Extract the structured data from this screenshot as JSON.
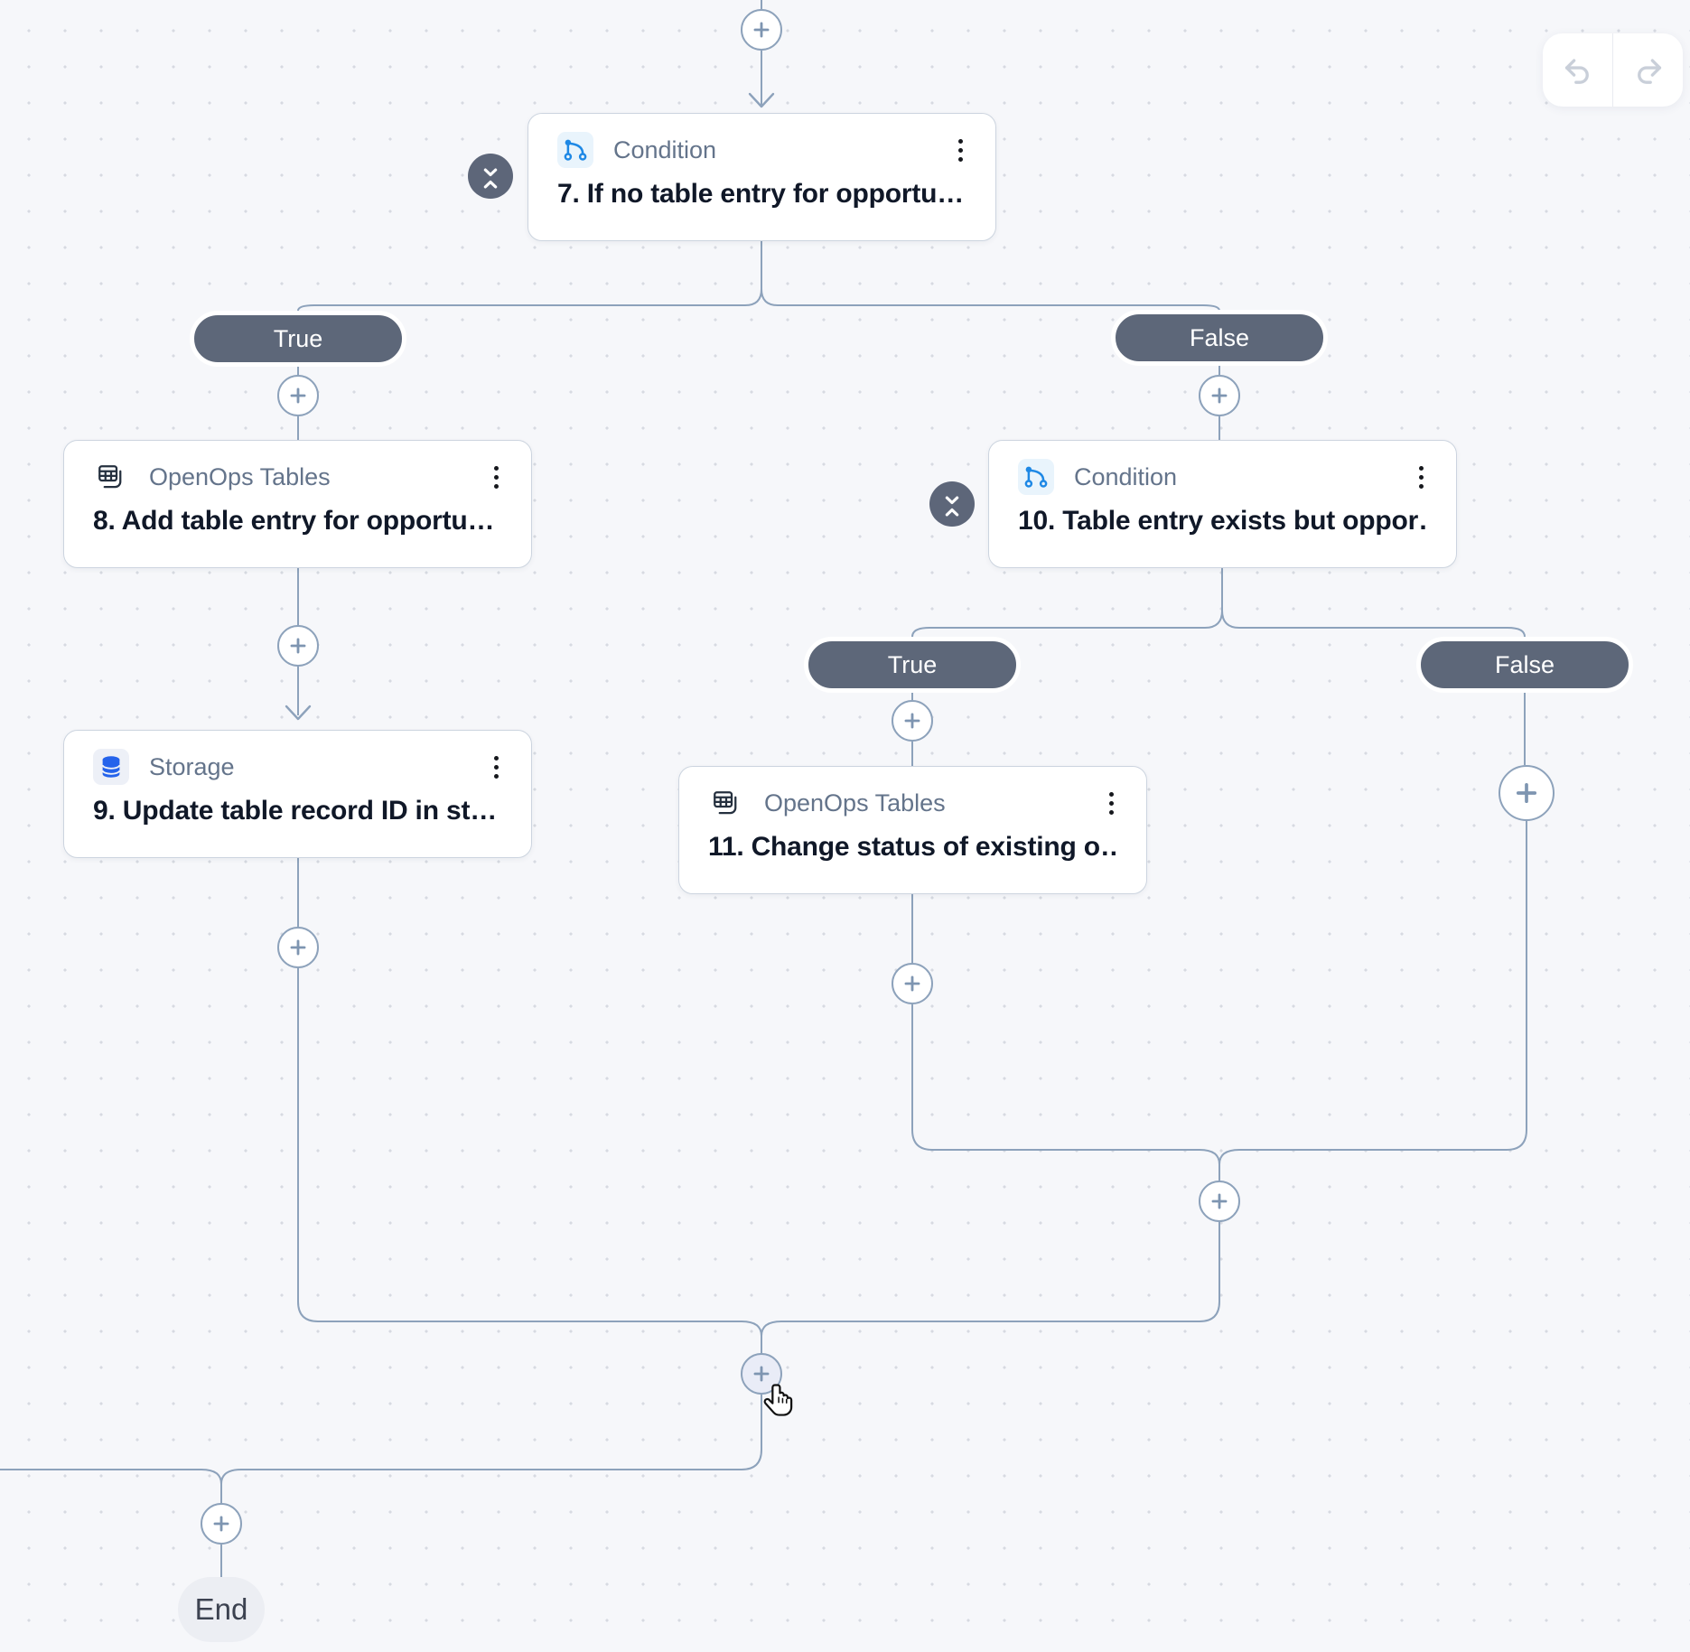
{
  "theme": {
    "canvas_bg": "#f6f7fa",
    "edge_color": "#8da2bb",
    "branch_pill_bg": "#5d6779",
    "condition_icon_blue": "#1e88e5",
    "storage_icon_blue": "#2563eb",
    "node_title_color": "#101828"
  },
  "nodes": [
    {
      "type_label": "Condition",
      "title": "7. If no table entry for opportu…"
    },
    {
      "type_label": "OpenOps Tables",
      "title": "8. Add table entry for opportu…"
    },
    {
      "type_label": "Storage",
      "title": "9. Update table record ID in st…"
    },
    {
      "type_label": "Condition",
      "title": "10. Table entry exists but oppor…"
    },
    {
      "type_label": "OpenOps Tables",
      "title": "11. Change status of existing o…"
    }
  ],
  "branches": {
    "cond7_true": "True",
    "cond7_false": "False",
    "cond10_true": "True",
    "cond10_false": "False"
  },
  "end_label": "End"
}
